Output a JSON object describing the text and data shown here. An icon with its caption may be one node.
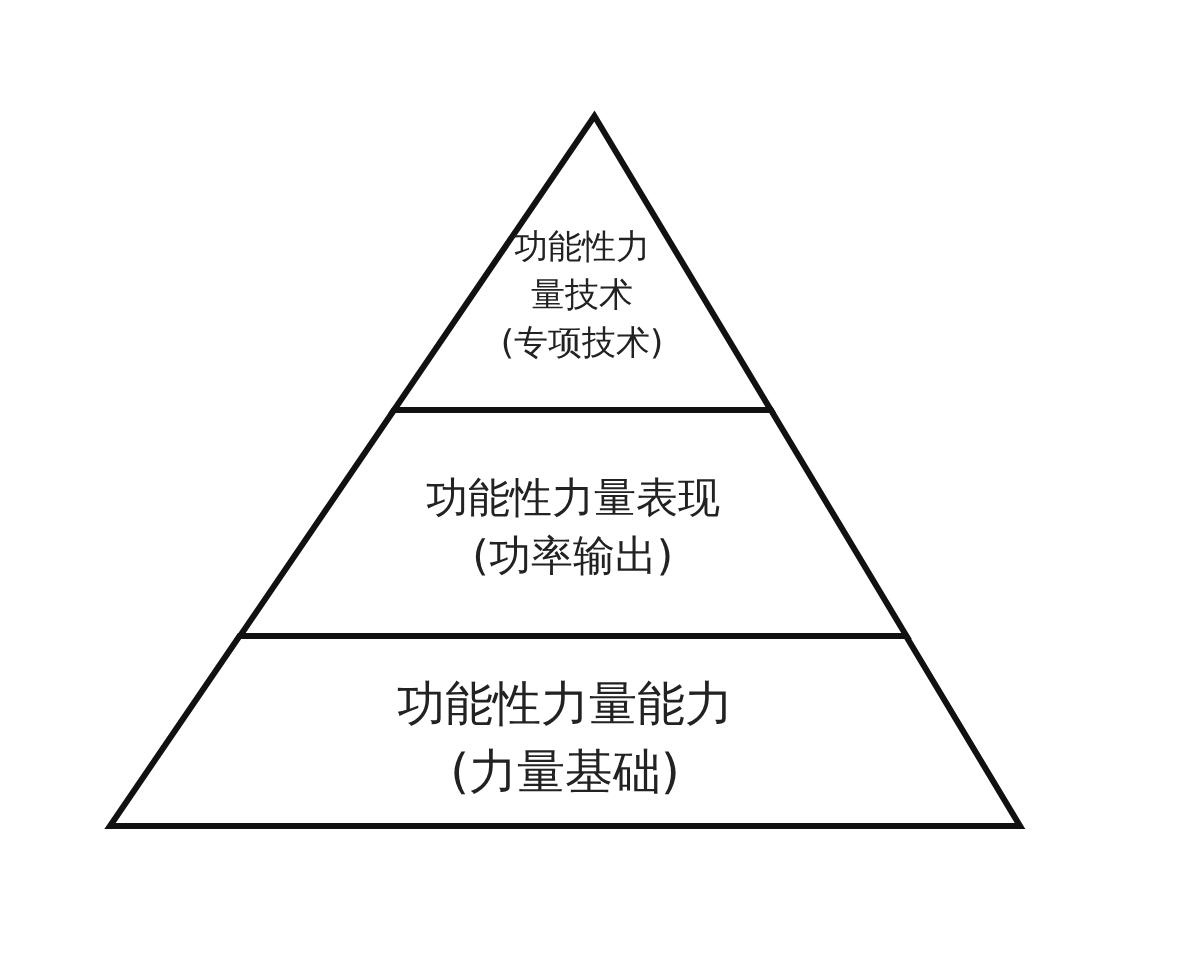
{
  "diagram": {
    "nodes": [
      {
        "text": [
          "功能性力量技术",
          "(专项技术)"
        ]
      },
      {
        "text": [
          "功能性力量表现",
          "(功率输出)"
        ]
      },
      {
        "text": [
          "功能性力量能力",
          "(力量基础)"
        ]
      }
    ]
  }
}
